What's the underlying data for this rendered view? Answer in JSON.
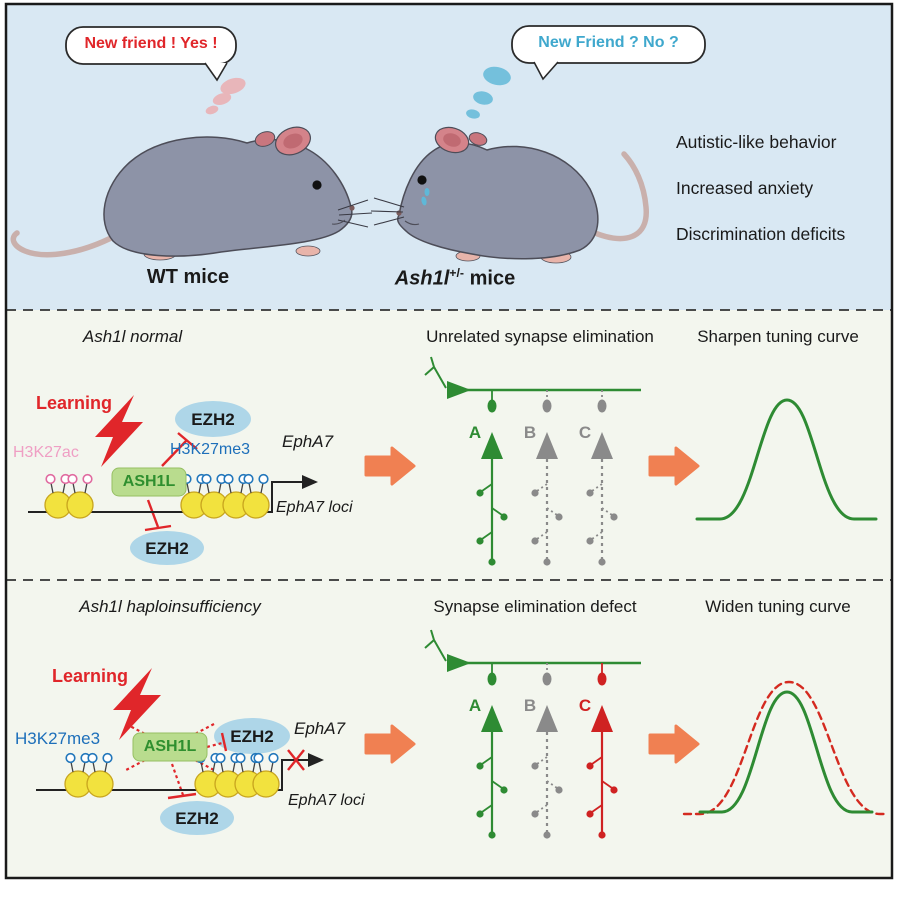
{
  "colors": {
    "top_bg": "#d9e8f3",
    "panel_bg": "#f3f6ee",
    "red": "#e0262a",
    "bubble_blue": "#3fa8cd",
    "pink_label": "#ef9fc4",
    "me3_blue": "#1d6fba",
    "ezh2_fill": "#aed6e8",
    "ash1l_fill": "#b9dc8e",
    "ash1l_text": "#2f8f2f",
    "orange_arrow": "#f08052",
    "neuron_green": "#2e8b33",
    "neuron_gray": "#8a8a8a",
    "neuron_red": "#cf2222",
    "nucleosome_yellow": "#f2e23e",
    "mouse_body": "#8d93a7",
    "mouse_ear": "#d4838a"
  },
  "icons": {
    "learning_bolt": "lightning-bolt",
    "flow_arrow": "fat-right-arrow",
    "thought_dots": "thought-bubble-dots"
  },
  "top": {
    "wt_bubble": "New friend ! Yes !",
    "mut_bubble": "New Friend ? No ?",
    "wt_label": "WT mice",
    "mut_gene": "Ash1l",
    "mut_sup": "+/-",
    "mut_rest": " mice",
    "behaviors": [
      "Autistic-like behavior",
      "Increased anxiety",
      "Discrimination deficits"
    ]
  },
  "middle": {
    "title": "Ash1l normal",
    "synapse_title": "Unrelated synapse elimination",
    "curve_title": "Sharpen tuning curve",
    "learning": "Learning",
    "h3k27ac": "H3K27ac",
    "h3k27me3": "H3K27me3",
    "ezh2_top": "EZH2",
    "ezh2_bottom": "EZH2",
    "ash1l": "ASH1L",
    "epha7": "EphA7",
    "loci": "EphA7 loci",
    "neuron_a": "A",
    "neuron_b": "B",
    "neuron_c": "C"
  },
  "bottom": {
    "title": "Ash1l haploinsufficiency",
    "synapse_title": "Synapse elimination defect",
    "curve_title": "Widen tuning curve",
    "learning": "Learning",
    "h3k27me3": "H3K27me3",
    "ezh2_top": "EZH2",
    "ezh2_bottom": "EZH2",
    "ash1l": "ASH1L",
    "epha7": "EphA7",
    "loci": "EphA7 loci",
    "neuron_a": "A",
    "neuron_b": "B",
    "neuron_c": "C"
  }
}
